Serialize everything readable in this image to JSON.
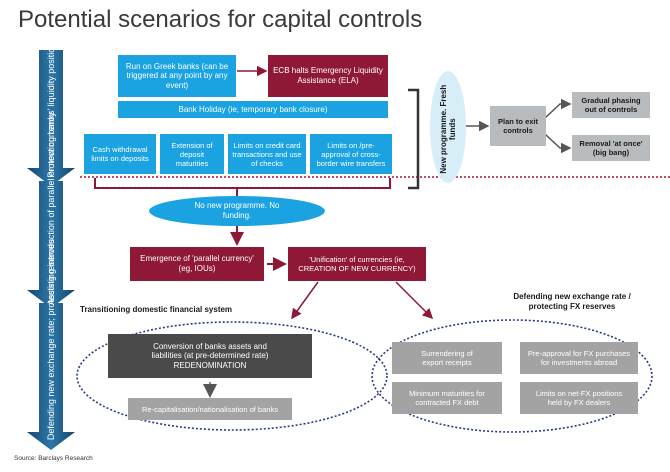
{
  "title": "Potential scenarios for capital controls",
  "side_arrows": [
    {
      "label": "Protecting banks' liquidity position"
    },
    {
      "label": "Assisting introduction of parallel or new currency"
    },
    {
      "label": "Defending new exchange rate; protecting reserves"
    }
  ],
  "boxes": {
    "run_on_banks": "Run on Greek banks (can be triggered at any point by any event)",
    "ecb_halts": "ECB halts Emergency Liquidity Assistance (ELA)",
    "bank_holiday": "Bank Holiday (ie, temporary bank closure)",
    "cash_withdrawal": "Cash withdrawal limits on deposits",
    "extension": "Extension of deposit maturities",
    "limits_credit": "Limits on credit card transactions and use of checks",
    "limits_preapproval": "Limits on /pre-approval of cross-border wire transfers",
    "new_programme": "New programme. Fresh funds",
    "plan_exit": "Plan to exit controls",
    "gradual": "Gradual phasing out of controls",
    "removal": "Removal 'at once' (big bang)",
    "no_programme": "No new programme. No funding.",
    "parallel": "Emergence of 'parallel currency' (eg, IOUs)",
    "unification": "'Unification' of currencies (ie, CREATION OF NEW CURRENCY)",
    "conversion": "Conversion of banks assets and liabilities (at pre-determined rate) REDENOMINATION",
    "recap": "Re-capitalisation/nationalisation of banks",
    "surrendering": "Surrendering of export receipts",
    "preapproval_fx": "Pre-approval for FX purchases for investments abroad",
    "minimum_maturities": "Minimum maturities for contracted FX debt",
    "limits_netfx": "Limits on net-FX positions held by FX dealers"
  },
  "section_labels": {
    "transitioning": "Transitioning domestic financial system",
    "defending": "Defending new exchange rate / protecting FX reserves"
  },
  "source": "Source: Barclays Research",
  "colors": {
    "cyan": "#1aa3e0",
    "maroon": "#8e1835",
    "light_blue": "#d7eef9",
    "grey": "#b8bcbf",
    "dark_grey": "#4a4a4a",
    "side_arrow": "#1f5b86",
    "ellipse": "#2a3a8a"
  }
}
